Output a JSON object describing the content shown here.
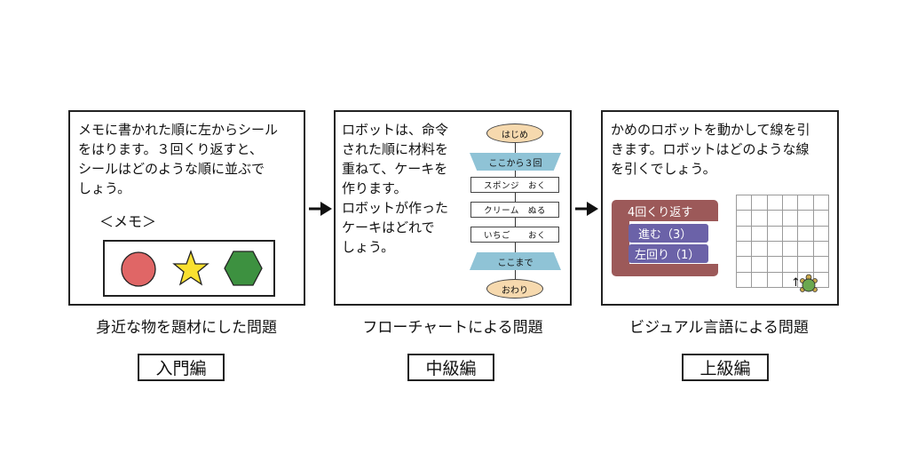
{
  "panels": [
    {
      "text": "メモに書かれた順に左からシール\nをはります。３回くり返すと、\nシールはどのような順に並ぶで\nしょう。",
      "memo_label": "＜メモ＞",
      "shapes": [
        {
          "name": "circle",
          "color": "#e06666"
        },
        {
          "name": "star",
          "color": "#f9e030"
        },
        {
          "name": "hexagon",
          "color": "#3d9140"
        }
      ],
      "caption": "身近な物を題材にした問題",
      "level": "入門編"
    },
    {
      "text": "ロボットは、命令\nされた順に材料を\n重ねて、ケーキを\n作ります。\nロボットが作った\nケーキはどれで\nしょう。",
      "flowchart": {
        "start": "はじめ",
        "loop_start": "ここから３回",
        "steps": [
          "スポンジ　おく",
          "クリーム　ぬる",
          "いちご　　おく"
        ],
        "loop_end": "ここまで",
        "end": "おわり"
      },
      "caption": "フローチャートによる問題",
      "level": "中級編"
    },
    {
      "text": "かめのロボットを動かして線を引\nきます。ロボットはどのような線\nを引くでしょう。",
      "blocks": {
        "repeat": "4回くり返す",
        "move": "進む（3）",
        "turn": "左回り（1）"
      },
      "caption": "ビジュアル言語による問題",
      "level": "上級編"
    }
  ],
  "colors": {
    "loop_block": "#9c5959",
    "inner_block": "#6b62a8",
    "flow_trapezoid": "#8fc3d6",
    "flow_oval": "#f6d9ae",
    "turtle": "#6aa84f"
  }
}
